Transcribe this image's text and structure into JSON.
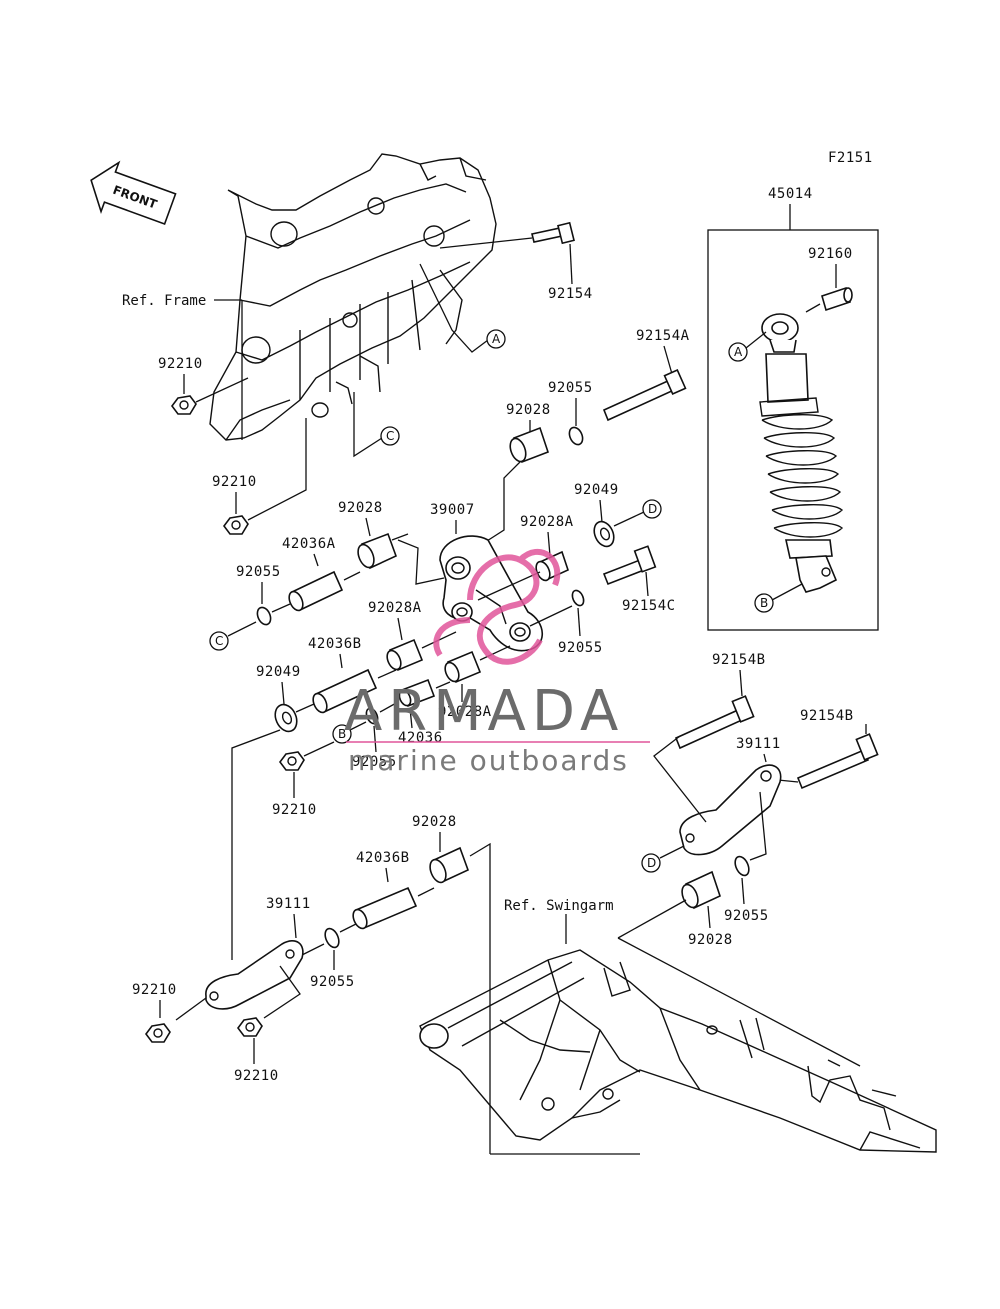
{
  "figure_code": "F2151",
  "front_label": "FRONT",
  "refs": {
    "frame": "Ref. Frame",
    "swingarm": "Ref. Swingarm"
  },
  "callouts": [
    "A",
    "B",
    "C",
    "D"
  ],
  "watermark": {
    "brand": "ARMADA",
    "tagline": "marine outboards",
    "accent_color": "#e0559a",
    "line_color": "#e0559a"
  },
  "parts": {
    "p45014": "45014",
    "p92160": "92160",
    "p92154": "92154",
    "p92154A": "92154A",
    "p92210_a": "92210",
    "p92210_b": "92210",
    "p92210_c": "92210",
    "p92210_d": "92210",
    "p92210_e": "92210",
    "p92028_a": "92028",
    "p92028_b": "92028",
    "p92028_c": "92028",
    "p92028_d": "92028",
    "p92055_a": "92055",
    "p92055_b": "92055",
    "p92055_c": "92055",
    "p92055_d": "92055",
    "p92055_e": "92055",
    "p92055_f": "92055",
    "p92049_a": "92049",
    "p92049_b": "92049",
    "p39007": "39007",
    "p92028A_a": "92028A",
    "p92028A_b": "92028A",
    "p92028A_c": "92028A",
    "p42036A": "42036A",
    "p42036B_a": "42036B",
    "p42036B_b": "42036B",
    "p42036": "42036",
    "p92154C": "92154C",
    "p92154B_a": "92154B",
    "p92154B_b": "92154B",
    "p39111_a": "39111",
    "p39111_b": "39111"
  }
}
